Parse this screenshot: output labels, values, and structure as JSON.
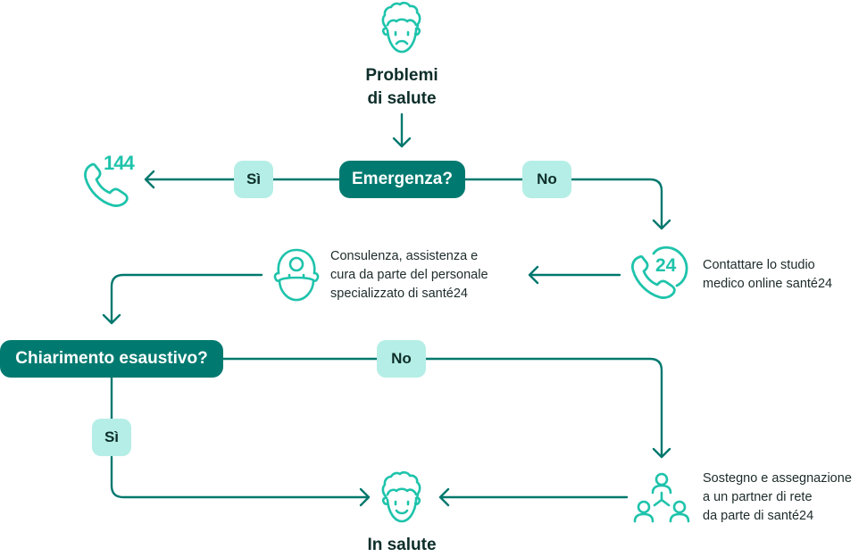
{
  "colors": {
    "line": "#00786e",
    "icon": "#1ec3ab",
    "decision_bg": "#007a70",
    "answer_bg": "#b5eee6",
    "text": "#0d2e2a"
  },
  "start": {
    "title_line1": "Problemi",
    "title_line2": "di salute",
    "icon": "sad-face-icon"
  },
  "decision1": {
    "label": "Emergenza?"
  },
  "yes1": {
    "label": "Sì"
  },
  "no1": {
    "label": "No"
  },
  "emergency": {
    "number": "144",
    "icon": "phone-icon"
  },
  "contact": {
    "line1": "Contattare lo studio",
    "line2": "medico online santé24",
    "badge": "24",
    "icon": "phone-24-icon"
  },
  "consult": {
    "line1": "Consulenza, assistenza e",
    "line2": "cura da parte del personale",
    "line3": "specializzato di santé24",
    "icon": "doctor-icon"
  },
  "decision2": {
    "label": "Chiarimento esaustivo?"
  },
  "yes2": {
    "label": "Sì"
  },
  "no2": {
    "label": "No"
  },
  "network": {
    "line1": "Sostegno e assegnazione",
    "line2": "a un partner di rete",
    "line3": "da parte di santé24",
    "icon": "network-people-icon"
  },
  "end": {
    "title": "In salute",
    "icon": "happy-face-icon"
  }
}
